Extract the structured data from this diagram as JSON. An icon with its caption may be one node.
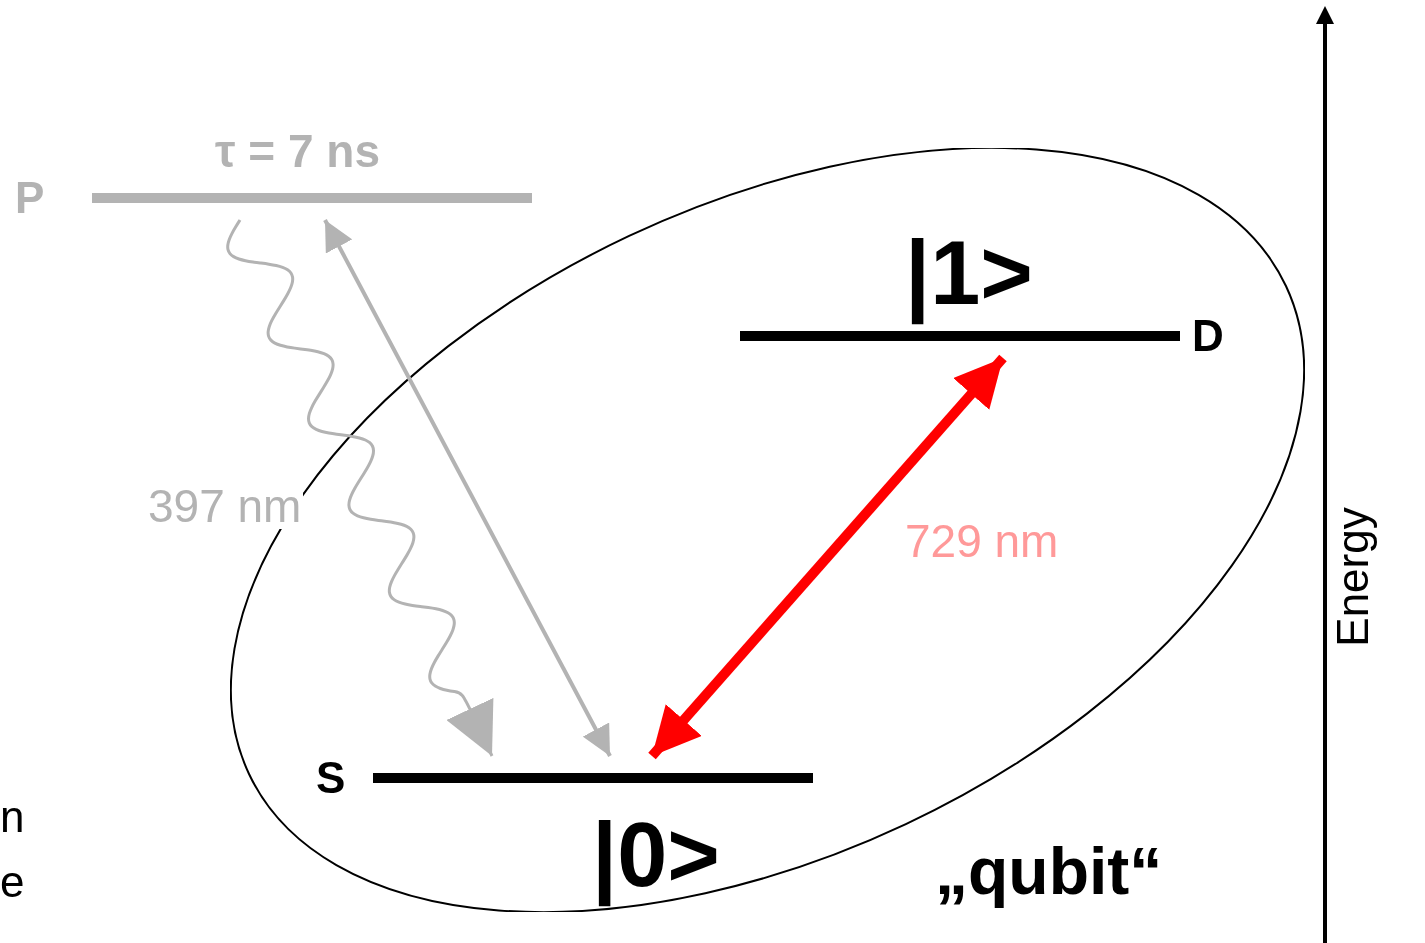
{
  "diagram": {
    "nodes": [
      {
        "text": [
          "P"
        ],
        "beside": [
          "τ = 7 ns"
        ]
      },
      {
        "text": [
          "„qubit“"
        ]
      },
      {
        "text": [
          "D"
        ],
        "beside": [
          "|1>"
        ],
        "in": 1
      },
      {
        "text": [
          "S"
        ],
        "beside": [
          "|0>"
        ],
        "in": 1
      }
    ],
    "edges": [
      {
        "from": 0,
        "to": 3,
        "arrow": "to",
        "label": "397 nm",
        "color": "#b3b3b3"
      },
      {
        "from": 3,
        "to": 0,
        "arrow": "both",
        "color": "#b3b3b3"
      },
      {
        "from": 3,
        "to": 2,
        "arrow": "both",
        "label": "729 nm",
        "style": "thick",
        "color": "#ff0000"
      }
    ],
    "labels": [
      "Energy",
      "n",
      "e"
    ]
  }
}
